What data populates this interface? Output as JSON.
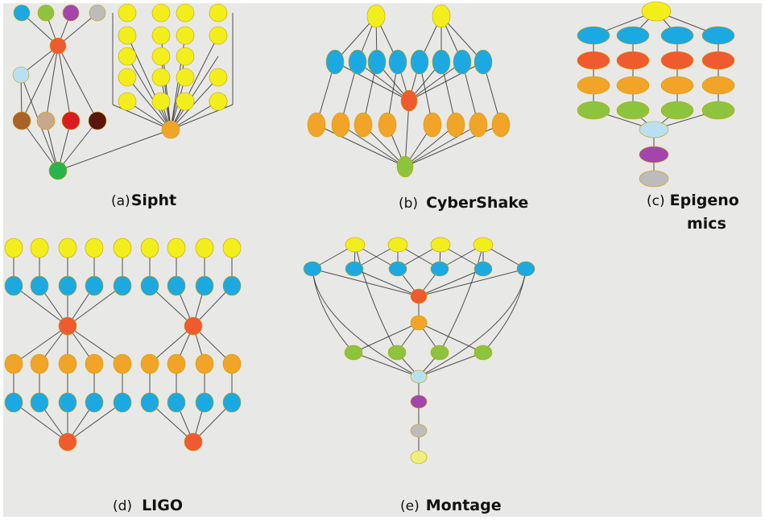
{
  "colors": {
    "background": "#e8e8e6",
    "yellow": "#f2ee1c",
    "blue": "#1ca9e2",
    "red": "#ef5a2e",
    "orange": "#f2a428",
    "green": "#8cc43e",
    "lightblue": "#b8e0f2",
    "purple": "#a445ae",
    "gray": "#bcbcbc",
    "brown": "#a9622a",
    "tan": "#c8a88c",
    "crimson": "#d81c22",
    "darkbrown": "#5a160c",
    "darkgreen": "#28b44a",
    "lightyellow": "#eef07c"
  },
  "panels": [
    {
      "id": "sipht",
      "prefix": "(a)",
      "name": "Sipht"
    },
    {
      "id": "cybershake",
      "prefix": "(b)",
      "name": "CyberShake"
    },
    {
      "id": "epigenomics",
      "prefix": "(c)",
      "name": "Epigeno",
      "name_line2": "mics"
    },
    {
      "id": "ligo",
      "prefix": "(d)",
      "name": "LIGO"
    },
    {
      "id": "montage",
      "prefix": "(e)",
      "name": "Montage"
    }
  ]
}
